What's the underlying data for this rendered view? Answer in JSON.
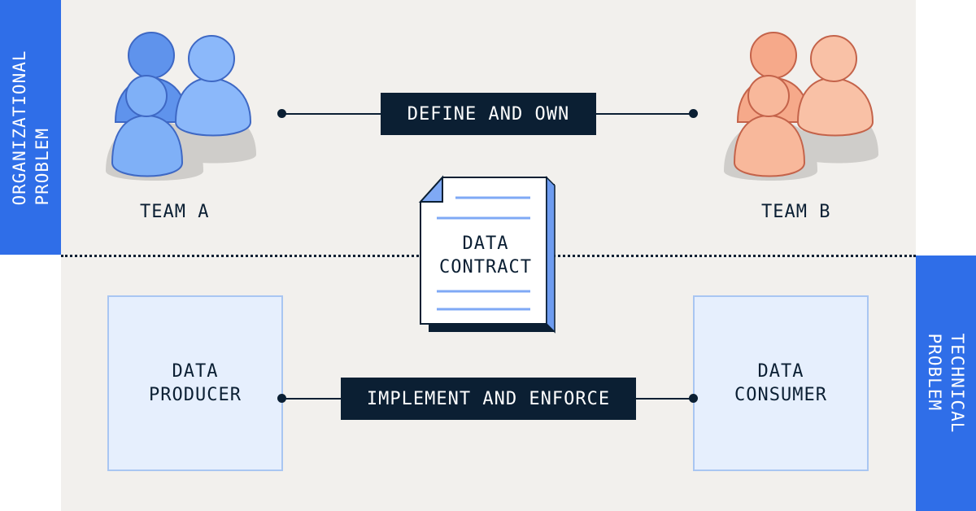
{
  "sides": {
    "left_line1": "ORGANIZATIONAL",
    "left_line2": "PROBLEM",
    "right_line1": "TECHNICAL",
    "right_line2": "PROBLEM"
  },
  "team_a": {
    "label": "TEAM A",
    "color": "#7fb0f7"
  },
  "team_b": {
    "label": "TEAM B",
    "color": "#f8b89b"
  },
  "top_connector": {
    "label": "DEFINE AND OWN"
  },
  "contract": {
    "line1": "DATA",
    "line2": "CONTRACT"
  },
  "producer": {
    "line1": "DATA",
    "line2": "PRODUCER"
  },
  "consumer": {
    "line1": "DATA",
    "line2": "CONSUMER"
  },
  "bottom_connector": {
    "label": "IMPLEMENT AND ENFORCE"
  },
  "colors": {
    "accent_blue": "#2f6ee8",
    "ink": "#0b1f33",
    "panel": "#f2f0ed",
    "box_fill": "#e6effd"
  }
}
